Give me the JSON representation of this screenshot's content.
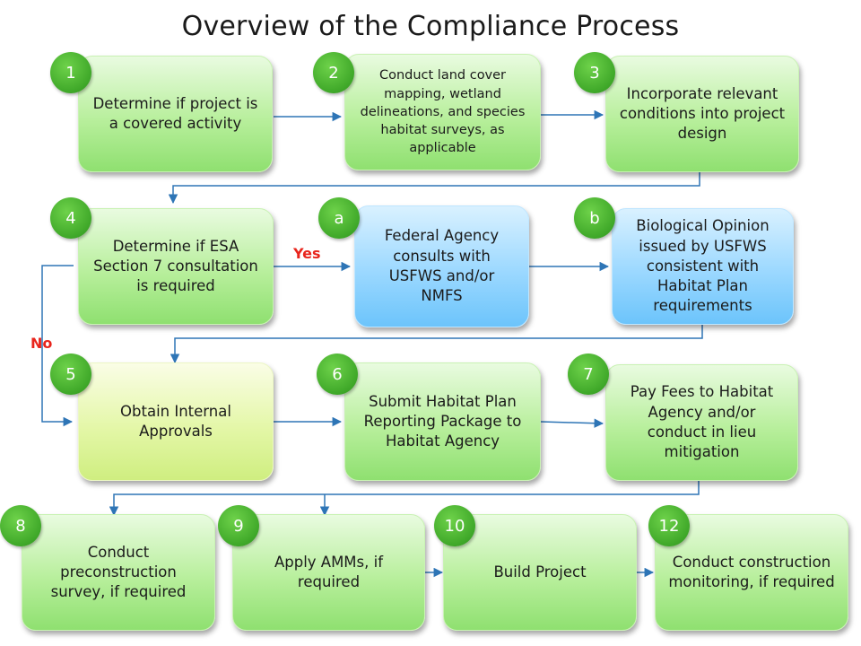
{
  "title": "Overview of the Compliance Process",
  "steps": [
    {
      "badge": "1",
      "text": "Determine if project is a covered activity"
    },
    {
      "badge": "2",
      "text": "Conduct land cover mapping, wetland delineations, and species habitat surveys, as applicable"
    },
    {
      "badge": "3",
      "text": "Incorporate relevant conditions into project design"
    },
    {
      "badge": "4",
      "text": "Determine if ESA Section 7 consultation is required"
    },
    {
      "badge": "a",
      "text": "Federal Agency consults with USFWS and/or NMFS"
    },
    {
      "badge": "b",
      "text": "Biological Opinion issued by USFWS consistent with Habitat Plan requirements"
    },
    {
      "badge": "5",
      "text": "Obtain Internal Approvals"
    },
    {
      "badge": "6",
      "text": "Submit Habitat Plan Reporting Package to Habitat Agency"
    },
    {
      "badge": "7",
      "text": "Pay Fees to Habitat Agency and/or conduct in lieu mitigation"
    },
    {
      "badge": "8",
      "text": "Conduct preconstruction survey, if required"
    },
    {
      "badge": "9",
      "text": "Apply AMMs, if required"
    },
    {
      "badge": "10",
      "text": "Build Project"
    },
    {
      "badge": "12",
      "text": "Conduct construction monitoring, if required"
    }
  ],
  "labels": {
    "yes": "Yes",
    "no": "No"
  },
  "colors": {
    "arrow": "#2e75b6",
    "yes_no": "#e8251c",
    "green_box": "#b8ef9c",
    "blue_box": "#9bd8ff",
    "yellow_box": "#e4f7a8",
    "badge": "#3fa829"
  }
}
